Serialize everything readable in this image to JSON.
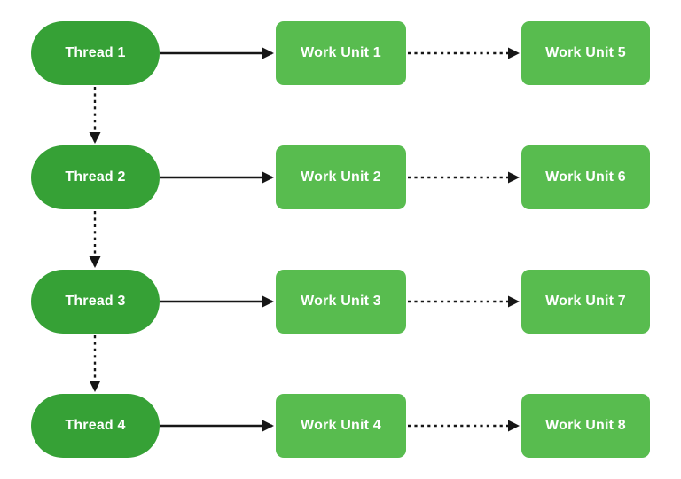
{
  "diagram_title": "",
  "colors": {
    "thread_fill": "#36a136",
    "work_unit_fill": "#58bc4f",
    "arrow": "#161616",
    "label_text": "#ffffff",
    "background": "#ffffff"
  },
  "threads": [
    {
      "label": "Thread 1"
    },
    {
      "label": "Thread 2"
    },
    {
      "label": "Thread 3"
    },
    {
      "label": "Thread 4"
    }
  ],
  "work_units": [
    {
      "label": "Work Unit 1"
    },
    {
      "label": "Work Unit 2"
    },
    {
      "label": "Work Unit 3"
    },
    {
      "label": "Work Unit 4"
    },
    {
      "label": "Work Unit 5"
    },
    {
      "label": "Work Unit 6"
    },
    {
      "label": "Work Unit 7"
    },
    {
      "label": "Work Unit 8"
    }
  ],
  "edges": [
    {
      "from": "Thread 1",
      "to": "Work Unit 1",
      "style": "solid"
    },
    {
      "from": "Thread 2",
      "to": "Work Unit 2",
      "style": "solid"
    },
    {
      "from": "Thread 3",
      "to": "Work Unit 3",
      "style": "solid"
    },
    {
      "from": "Thread 4",
      "to": "Work Unit 4",
      "style": "solid"
    },
    {
      "from": "Work Unit 1",
      "to": "Work Unit 5",
      "style": "dashed"
    },
    {
      "from": "Work Unit 2",
      "to": "Work Unit 6",
      "style": "dashed"
    },
    {
      "from": "Work Unit 3",
      "to": "Work Unit 7",
      "style": "dashed"
    },
    {
      "from": "Work Unit 4",
      "to": "Work Unit 8",
      "style": "dashed"
    },
    {
      "from": "Thread 1",
      "to": "Thread 2",
      "style": "dashed"
    },
    {
      "from": "Thread 2",
      "to": "Thread 3",
      "style": "dashed"
    },
    {
      "from": "Thread 3",
      "to": "Thread 4",
      "style": "dashed"
    }
  ]
}
